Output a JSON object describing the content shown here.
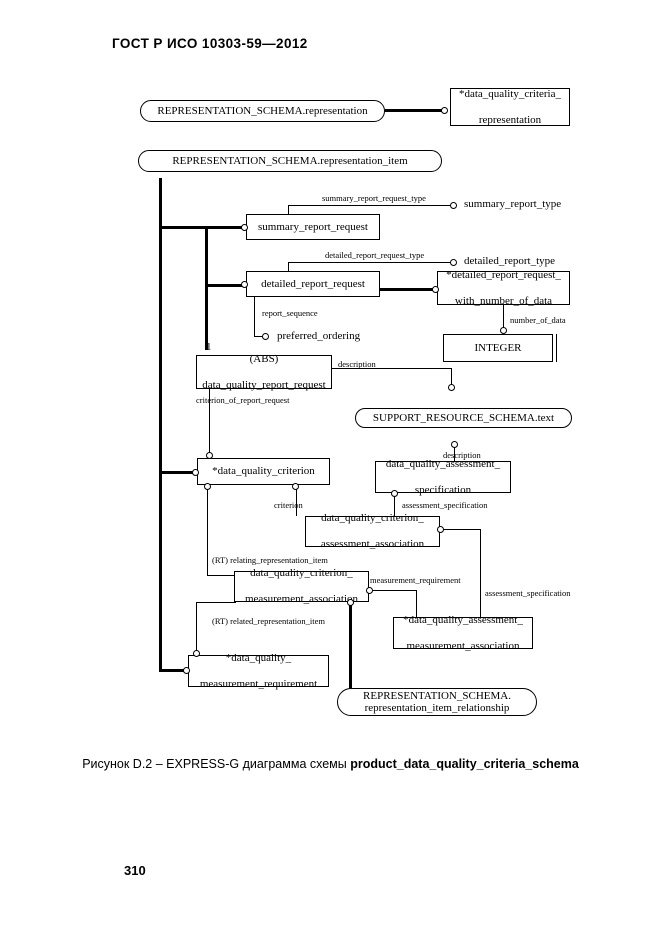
{
  "document": {
    "header": "ГОСТ Р ИСО 10303-59—2012",
    "page_number": "310",
    "caption_prefix": "Рисунок D.2 – EXPRESS-G диаграмма схемы ",
    "caption_schema": "product_data_quality_criteria_schema"
  },
  "diagram": {
    "type": "EXPRESS-G",
    "schema_references": [
      {
        "id": "ref-representation",
        "text": "REPRESENTATION_SCHEMA.representation"
      },
      {
        "id": "ref-representation-item",
        "text": "REPRESENTATION_SCHEMA.representation_item"
      },
      {
        "id": "ref-text",
        "text": "SUPPORT_RESOURCE_SCHEMA.text"
      },
      {
        "id": "ref-item-relationship",
        "line1": "REPRESENTATION_SCHEMA.",
        "line2": "representation_item_relationship"
      }
    ],
    "entities": [
      {
        "id": "e-dqcr",
        "line1": "*data_quality_criteria_",
        "line2": "representation"
      },
      {
        "id": "e-srr",
        "line1": "summary_report_request"
      },
      {
        "id": "e-drr",
        "line1": "detailed_report_request"
      },
      {
        "id": "e-drrwnod",
        "line1": "*detailed_report_request_",
        "line2": "with_number_of_data"
      },
      {
        "id": "e-integer",
        "line1": "INTEGER"
      },
      {
        "id": "e-dqrr",
        "line1": "(ABS)",
        "line2": "data_quality_report_request"
      },
      {
        "id": "e-dqc",
        "line1": "*data_quality_criterion"
      },
      {
        "id": "e-dqas",
        "line1": "data_quality_assessment_",
        "line2": "specification"
      },
      {
        "id": "e-dqcaa",
        "line1": "data_quality_criterion_",
        "line2": "assessment_association"
      },
      {
        "id": "e-dqcma",
        "line1": "data_quality_criterion_",
        "line2": "measurement_association"
      },
      {
        "id": "e-dqama",
        "line1": "*data_quality_assessment_",
        "line2": "measurement_association"
      },
      {
        "id": "e-dqmr",
        "line1": "*data_quality_",
        "line2": "measurement_requirement"
      }
    ],
    "simple_types": [
      {
        "id": "t-summary-report-type",
        "text": "summary_report_type"
      },
      {
        "id": "t-detailed-report-type",
        "text": "detailed_report_type"
      },
      {
        "id": "t-preferred-ordering",
        "text": "preferred_ordering"
      }
    ],
    "attribute_labels": [
      {
        "id": "a-summary-report-request-type",
        "text": "summary_report_request_type"
      },
      {
        "id": "a-detailed-report-request-type",
        "text": "detailed_report_request_type"
      },
      {
        "id": "a-report-sequence",
        "text": "report_sequence"
      },
      {
        "id": "a-number-of-data",
        "text": "number_of_data"
      },
      {
        "id": "a-description-1",
        "text": "description"
      },
      {
        "id": "a-criterion-of-report-request",
        "text": "criterion_of_report_request"
      },
      {
        "id": "a-description-2",
        "text": "description"
      },
      {
        "id": "a-criterion",
        "text": "criterion"
      },
      {
        "id": "a-assessment-specification-1",
        "text": "assessment_specification"
      },
      {
        "id": "a-assessment-specification-2",
        "text": "assessment_specification"
      },
      {
        "id": "a-measurement-requirement",
        "text": "measurement_requirement"
      },
      {
        "id": "a-relating-representation-item",
        "text": "(RT) relating_representation_item"
      },
      {
        "id": "a-related-representation-item",
        "text": "(RT) related_representation_item"
      },
      {
        "id": "a-cardinality-1",
        "text": "1"
      }
    ]
  }
}
